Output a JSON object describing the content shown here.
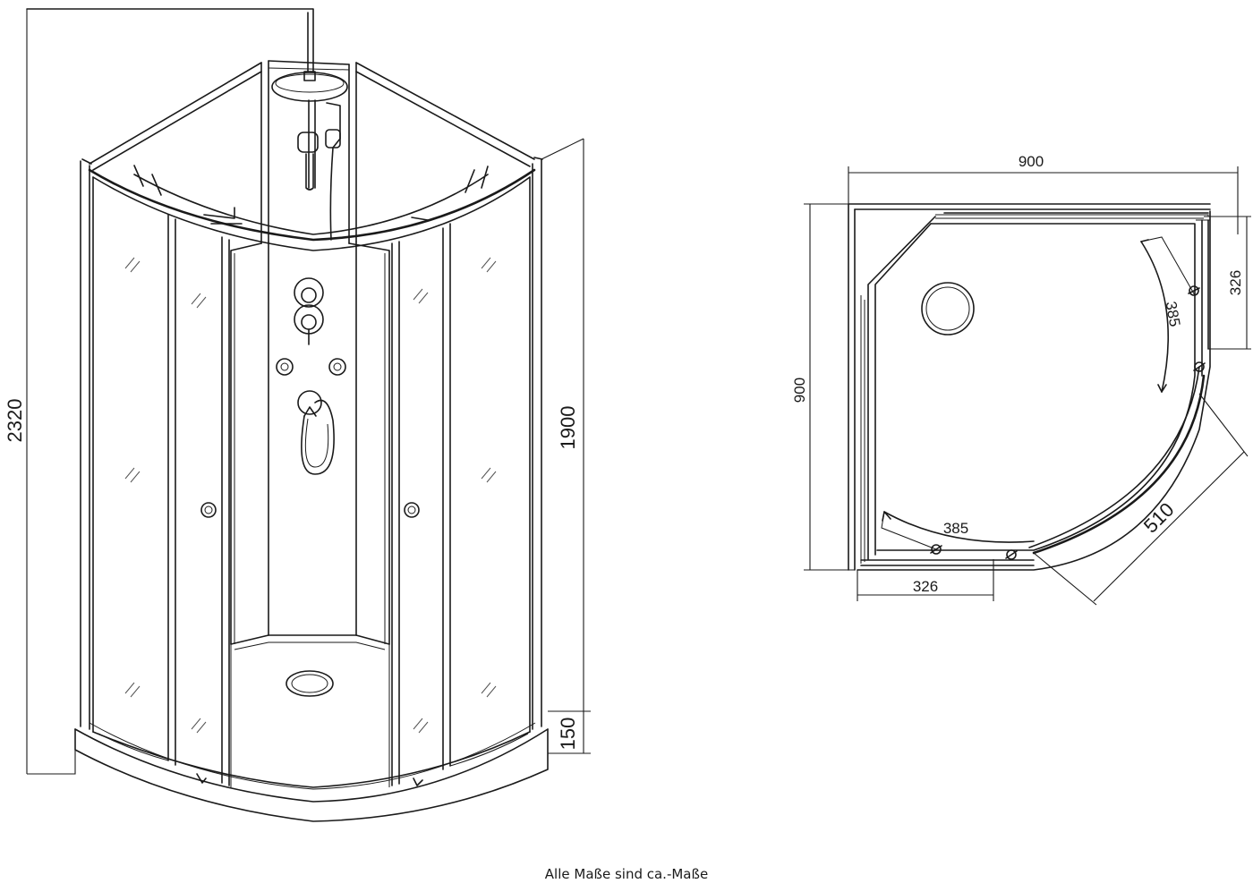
{
  "perspective_view": {
    "dimensions": {
      "total_height": "2320",
      "cabin_height": "1900",
      "tray_height": "150"
    }
  },
  "plan_view": {
    "dimensions": {
      "width": "900",
      "depth": "900",
      "side_panel_right": "326",
      "side_panel_bottom": "326",
      "door_sweep_right": "385",
      "door_sweep_bottom": "385",
      "door_opening": "510"
    }
  },
  "footnote": "Alle Maße sind ca.-Maße"
}
